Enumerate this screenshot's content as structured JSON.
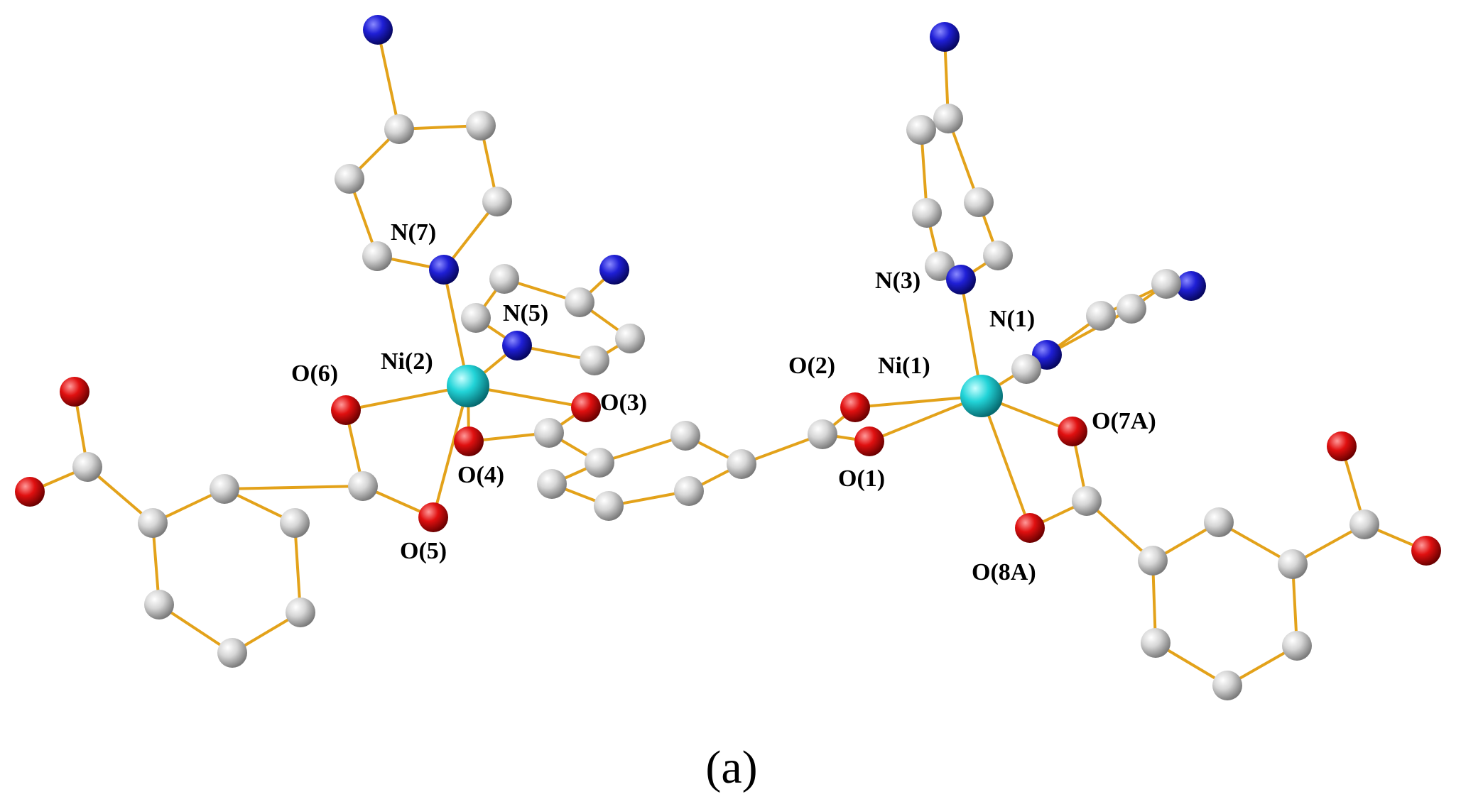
{
  "figure": {
    "caption": "(a)",
    "labels": {
      "n7": "N(7)",
      "n5": "N(5)",
      "ni2": "Ni(2)",
      "o6": "O(6)",
      "o3": "O(3)",
      "o4": "O(4)",
      "o5": "O(5)",
      "n3": "N(3)",
      "n1": "N(1)",
      "o2": "O(2)",
      "ni1": "Ni(1)",
      "o7a": "O(7A)",
      "o1": "O(1)",
      "o8a": "O(8A)"
    },
    "colors": {
      "bond": "#e3a21a",
      "carbon": "#c8c8c8",
      "nitrogen": "#1f1fd6",
      "oxygen": "#e01010",
      "nickel": "#22d4d8",
      "label": "#000000",
      "background": "#ffffff"
    }
  }
}
